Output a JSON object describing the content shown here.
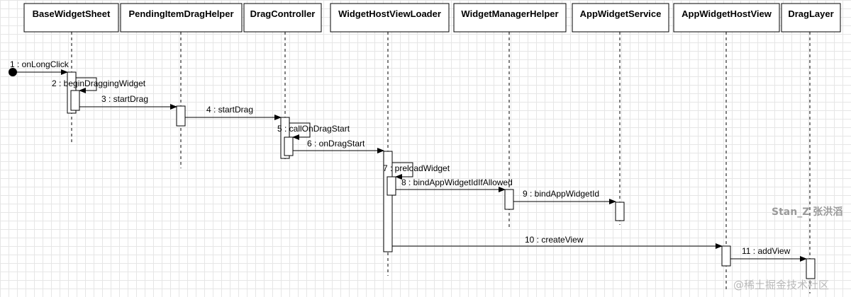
{
  "lifelines": [
    {
      "id": "bws",
      "name": "BaseWidgetSheet"
    },
    {
      "id": "pidh",
      "name": "PendingItemDragHelper"
    },
    {
      "id": "dc",
      "name": "DragController"
    },
    {
      "id": "whvl",
      "name": "WidgetHostViewLoader"
    },
    {
      "id": "wmh",
      "name": "WidgetManagerHelper"
    },
    {
      "id": "aws",
      "name": "AppWidgetService"
    },
    {
      "id": "awhv",
      "name": "AppWidgetHostView"
    },
    {
      "id": "dl",
      "name": "DragLayer"
    }
  ],
  "messages": [
    {
      "label": "1 : onLongClick",
      "from": null,
      "to": "bws"
    },
    {
      "label": "2 : beginDraggingWidget",
      "from": "bws",
      "to": "bws"
    },
    {
      "label": "3 : startDrag",
      "from": "bws",
      "to": "pidh"
    },
    {
      "label": "4 : startDrag",
      "from": "pidh",
      "to": "dc"
    },
    {
      "label": "5 : callOnDragStart",
      "from": "dc",
      "to": "dc"
    },
    {
      "label": "6 : onDragStart",
      "from": "dc",
      "to": "whvl"
    },
    {
      "label": "7 : preloadWidget",
      "from": "whvl",
      "to": "whvl"
    },
    {
      "label": "8 : bindAppWidgetIdIfAllowed",
      "from": "whvl",
      "to": "wmh"
    },
    {
      "label": "9 : bindAppWidgetId",
      "from": "wmh",
      "to": "aws"
    },
    {
      "label": "10 : createView",
      "from": "whvl",
      "to": "awhv"
    },
    {
      "label": "11 : addView",
      "from": "awhv",
      "to": "dl"
    }
  ],
  "watermarks": {
    "author": "Stan_Z 张洪滔",
    "site": "@稀土掘金技术社区"
  }
}
